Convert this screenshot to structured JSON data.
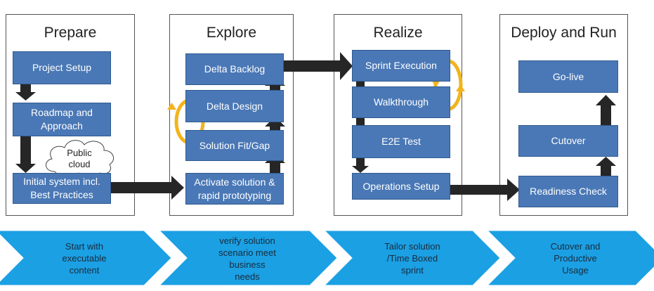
{
  "phases": [
    {
      "title": "Prepare",
      "boxes": [
        "Project Setup",
        "Roadmap and\nApproach",
        "Initial system incl.\nBest Practices"
      ],
      "cloud": "Public\ncloud"
    },
    {
      "title": "Explore",
      "boxes": [
        "Delta Backlog",
        "Delta Design",
        "Solution Fit/Gap",
        "Activate solution &\nrapid prototyping"
      ]
    },
    {
      "title": "Realize",
      "boxes": [
        "Sprint Execution",
        "Walkthrough",
        "E2E Test",
        "Operations Setup"
      ]
    },
    {
      "title": "Deploy and Run",
      "boxes": [
        "Go-live",
        "Cutover",
        "Readiness Check"
      ]
    }
  ],
  "chevrons": [
    "Start with\nexecutable\ncontent",
    "verify solution\nscenario meet\nbusiness\nneeds",
    "Tailor solution\n/Time Boxed\nsprint",
    "Cutover and\nProductive\nUsage"
  ],
  "colors": {
    "box": "#4a78b6",
    "arrow": "#262626",
    "cycle": "#f2b31d",
    "chevron": "#1ba0e4"
  }
}
